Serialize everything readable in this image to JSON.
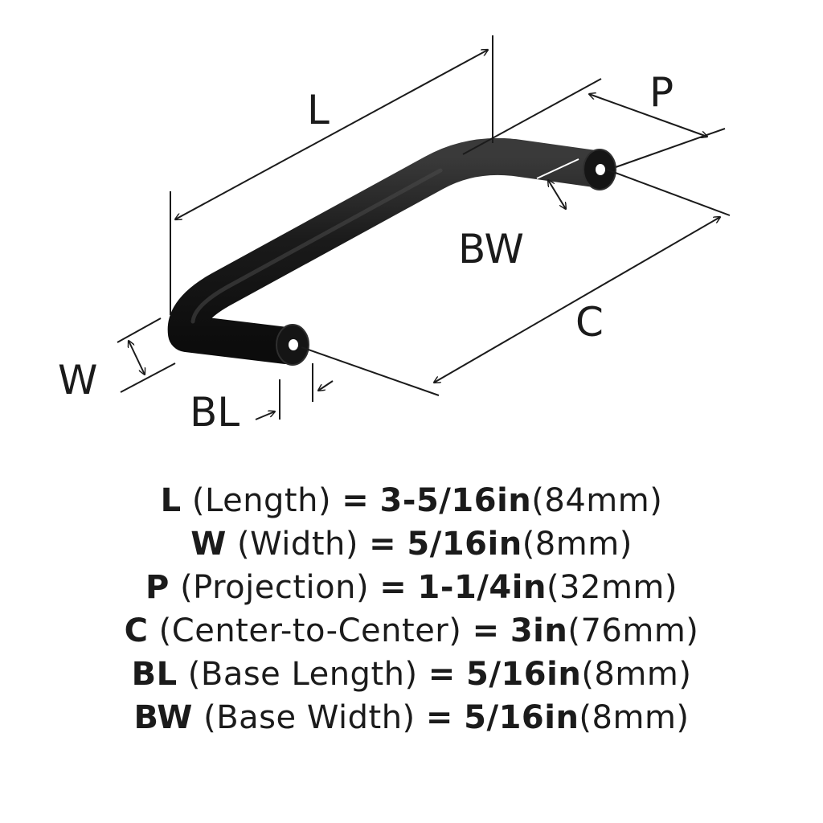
{
  "diagram": {
    "labels": {
      "L": "L",
      "P": "P",
      "BW": "BW",
      "C": "C",
      "W": "W",
      "BL": "BL"
    },
    "colors": {
      "handle": "#161616",
      "line": "#1b1b1b",
      "text": "#1b1b1b"
    }
  },
  "specs": [
    {
      "key": "L",
      "name": "(Length)",
      "eq": "=",
      "value": "3-5/16in",
      "metric": "(84mm)"
    },
    {
      "key": "W",
      "name": "(Width)",
      "eq": "=",
      "value": "5/16in",
      "metric": "(8mm)"
    },
    {
      "key": "P",
      "name": "(Projection)",
      "eq": "=",
      "value": "1-1/4in",
      "metric": "(32mm)"
    },
    {
      "key": "C",
      "name": "(Center-to-Center)",
      "eq": "=",
      "value": "3in",
      "metric": "(76mm)"
    },
    {
      "key": "BL",
      "name": "(Base Length)",
      "eq": "=",
      "value": "5/16in",
      "metric": "(8mm)"
    },
    {
      "key": "BW",
      "name": "(Base Width)",
      "eq": "=",
      "value": "5/16in",
      "metric": "(8mm)"
    }
  ]
}
